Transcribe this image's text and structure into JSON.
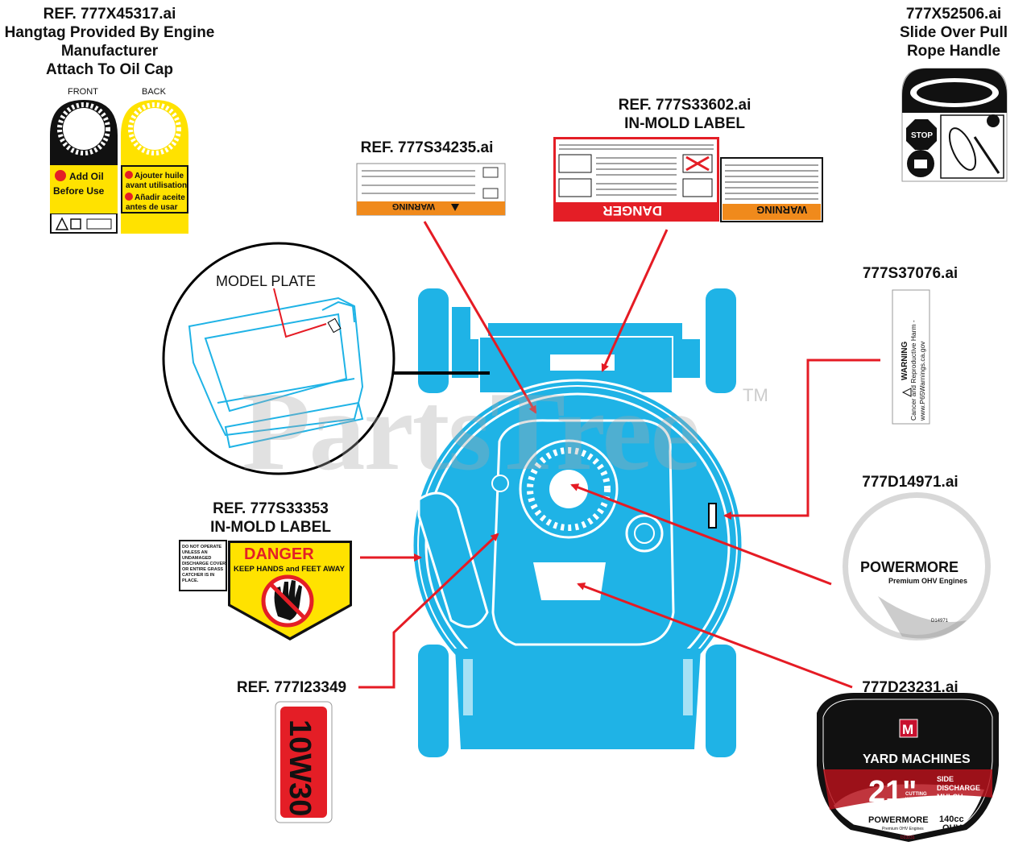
{
  "refs": {
    "hangtag": [
      "REF. 777X45317.ai",
      "Hangtag Provided By Engine",
      "Manufacturer",
      "Attach To Oil Cap"
    ],
    "pull_rope": [
      "777X52506.ai",
      "Slide Over Pull",
      "Rope Handle"
    ],
    "in_mold_top": [
      "REF. 777S33602.ai",
      "IN-MOLD LABEL"
    ],
    "warning_top": [
      "REF. 777S34235.ai"
    ],
    "prop65": [
      "777S37076.ai"
    ],
    "powermore_round": [
      "777D14971.ai"
    ],
    "in_mold_left": [
      "REF. 777S33353",
      "IN-MOLD LABEL"
    ],
    "oil_label": [
      "REF. 777I23349"
    ],
    "yard_machines": [
      "777D23231.ai"
    ]
  },
  "hangtag": {
    "front_label": "FRONT",
    "back_label": "BACK",
    "front_text": [
      "Add Oil",
      "Before Use"
    ],
    "back_text": [
      "Ajouter huile",
      "avant utilisation",
      "Añadir aceite",
      "antes de usar"
    ]
  },
  "model_plate_label": "MODEL PLATE",
  "warning_word": "WARNING",
  "danger_word": "DANGER",
  "danger_left": {
    "title": "DANGER",
    "subtitle": "KEEP HANDS and FEET AWAY",
    "side_text": [
      "DO NOT OPERATE",
      "UNLESS AN",
      "UNDAMAGED",
      "DISCHARGE COVER",
      "OR ENTIRE GRASS",
      "CATCHER IS IN",
      "PLACE."
    ]
  },
  "prop65_text": [
    "WARNING",
    "Cancer and Reproductive Harm -",
    "www.P65Warnings.ca.gov"
  ],
  "powermore_round": {
    "brand": "POWERMORE",
    "sub": "Premium OHV Engines",
    "code": "D14971"
  },
  "oil_text": "10W30",
  "yard_machines": {
    "brand": "YARD MACHINES",
    "size": "21\"",
    "size_sub": [
      "CUTTING",
      "WIDTH"
    ],
    "modes": [
      "SIDE",
      "DISCHARGE",
      "MULCH"
    ],
    "engine_brand": "POWERMORE",
    "engine_sub": "Premium OHV Engines",
    "cc": "140cc",
    "ohv": "OHV",
    "code": "D23231"
  },
  "pull_rope_stop": "STOP",
  "watermark": "PartsTree",
  "trademark": "TM",
  "colors": {
    "mower_blue": "#1fb3e6",
    "arrow_red": "#e51b24",
    "warning_orange": "#f08a1c",
    "danger_red": "#e41e26",
    "yellow": "#ffe200"
  }
}
